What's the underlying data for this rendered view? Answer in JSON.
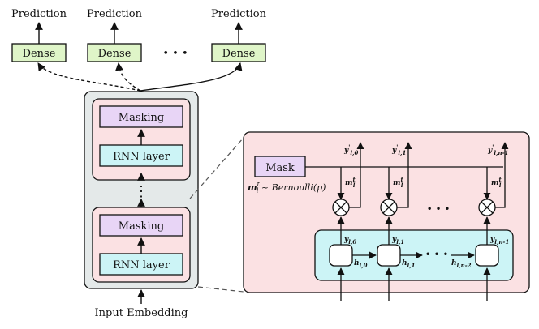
{
  "prediction_labels": [
    "Prediction",
    "Prediction",
    "Prediction"
  ],
  "dense_labels": [
    "Dense",
    "Dense",
    "Dense"
  ],
  "top_ellipsis": "• • •",
  "stack": {
    "upper": {
      "masking": "Masking",
      "rnn": "RNN layer"
    },
    "lower": {
      "masking": "Masking",
      "rnn": "RNN layer"
    },
    "vertical_ellipsis": "⋮"
  },
  "input_label": "Input Embedding",
  "detail": {
    "mask_label": "Mask",
    "mask_formula_main": "m",
    "mask_formula_sup": "t",
    "mask_formula_sub": "l",
    "mask_formula_rest": " ~ Bernoulli(p)",
    "outputs": [
      {
        "main": "y",
        "sup": "'",
        "sub": "l,0"
      },
      {
        "main": "y",
        "sup": "'",
        "sub": "l,1"
      },
      {
        "main": "y",
        "sup": "'",
        "sub": "l,n-1"
      }
    ],
    "mask_taps": [
      {
        "main": "m",
        "sup": "t",
        "sub": "l"
      },
      {
        "main": "m",
        "sup": "t",
        "sub": "l"
      },
      {
        "main": "m",
        "sup": "t",
        "sub": "l"
      }
    ],
    "hidden_outputs": [
      {
        "main": "y",
        "sub": "l,0"
      },
      {
        "main": "y",
        "sub": "l,1"
      },
      {
        "main": "y",
        "sub": "l,n-1"
      }
    ],
    "hidden_states": [
      {
        "main": "h",
        "sub": "l,0"
      },
      {
        "main": "h",
        "sub": "l,1"
      },
      {
        "main": "h",
        "sub": "l,n-2"
      }
    ],
    "ellipsis": "• • •"
  },
  "colors": {
    "dense_fill": "#dff5c8",
    "stack_fill": "#e4e9e9",
    "layer_fill": "#fbe1e3",
    "masking_fill": "#e8d5f6",
    "rnn_fill": "#ccf4f6",
    "detail_fill": "#fbe1e3",
    "rnn_band_fill": "#ccf4f6"
  }
}
